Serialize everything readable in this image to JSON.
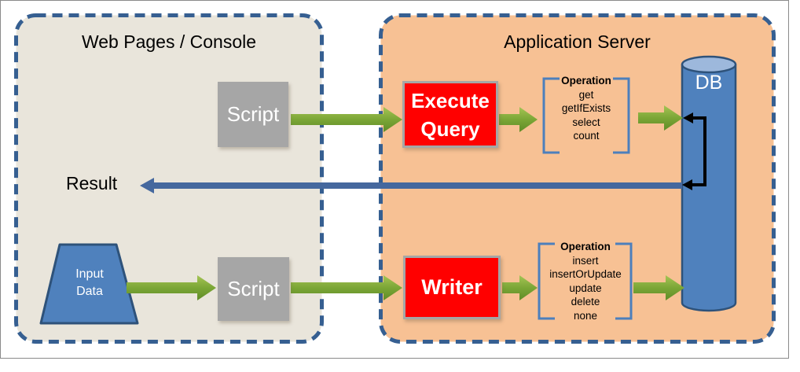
{
  "panels": {
    "web_console": {
      "title": "Web Pages / Console"
    },
    "app_server": {
      "title": "Application Server"
    }
  },
  "nodes": {
    "script_top": {
      "label": "Script"
    },
    "script_bottom": {
      "label": "Script"
    },
    "execute_query": {
      "line1": "Execute",
      "line2": "Query"
    },
    "writer": {
      "label": "Writer"
    },
    "input_data": {
      "line1": "Input",
      "line2": "Data"
    },
    "db": {
      "label": "DB"
    }
  },
  "labels": {
    "result": "Result"
  },
  "operations": {
    "query": {
      "title": "Operation",
      "items": [
        "get",
        "getIfExists",
        "select",
        "count"
      ]
    },
    "write": {
      "title": "Operation",
      "items": [
        "insert",
        "insertOrUpdate",
        "update",
        "delete",
        "none"
      ]
    }
  },
  "colors": {
    "left_panel_bg": "#E9E5DB",
    "right_panel_bg": "#F7C194",
    "dashed_border": "#365F91",
    "gray_box": "#A6A6A6",
    "red_box": "#FF0000",
    "box_border_gray": "#A6A6A6",
    "green_arrow": "#7BA636",
    "blue_shape": "#4F81BD",
    "blue_shape_border": "#2E527A",
    "cylinder_top": "#9DB8DC",
    "bracket": "#4C7FBC",
    "result_arrow": "#45689E",
    "connector_black": "#000000"
  }
}
